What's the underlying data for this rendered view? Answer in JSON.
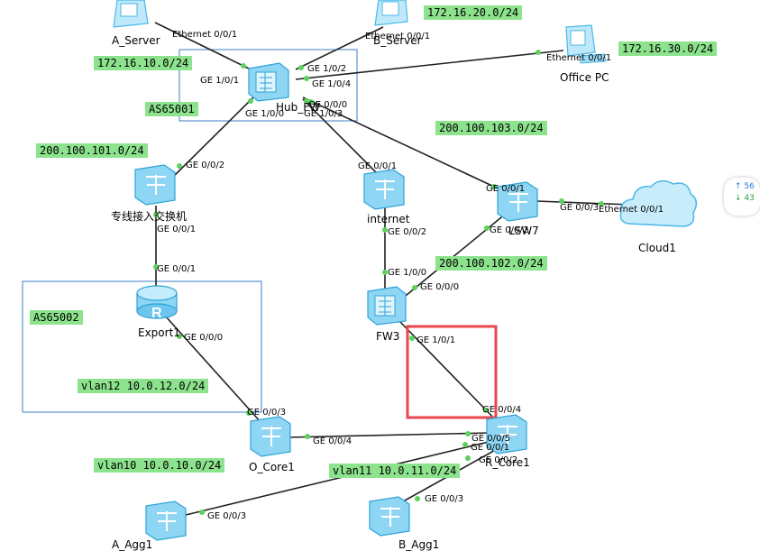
{
  "devices": {
    "a_server": "A_Server",
    "b_server": "B_Server",
    "office_pc": "Office PC",
    "hub_fw": "Hub_FW",
    "zhuanxian": "专线接入交换机",
    "internet": "internet",
    "lsw7": "LSW7",
    "cloud1": "Cloud1",
    "export1": "Export1",
    "fw3": "FW3",
    "o_core1": "O_Core1",
    "r_core1": "R_Core1",
    "a_agg1": "A_Agg1",
    "b_agg1": "B_Agg1"
  },
  "networks": {
    "n1": "172.16.20.0/24",
    "n2": "172.16.30.0/24",
    "n3": "172.16.10.0/24",
    "n4": "AS65001",
    "n5": "200.100.103.0/24",
    "n6": "200.100.101.0/24",
    "n7": "200.100.102.0/24",
    "n8": "AS65002",
    "n9": "vlan12 10.0.12.0/24",
    "n10": "vlan10 10.0.10.0/24",
    "n11": "vlan11 10.0.11.0/24"
  },
  "ports": {
    "p1": "Ethernet 0/0/1",
    "p2": "Ethernet 0/0/1",
    "p3": "Ethernet 0/0/1",
    "p4": "GE 1/0/2",
    "p5": "GE 1/0/1",
    "p6": "GE 1/0/4",
    "p7": "GE 0/0/0",
    "p8": "GE 1/0/0",
    "p9": "GE 1/0/3",
    "p10": "GE 0/0/2",
    "p11": "GE 0/0/1",
    "p12": "GE 0/0/1",
    "p13": "GE 0/0/1",
    "p14": "GE 0/0/3",
    "p15": "Ethernet 0/0/1",
    "p16": "GE 0/0/2",
    "p17": "GE 0/0/2",
    "p18": "GE 0/0/1",
    "p19": "GE 1/0/0",
    "p20": "GE 0/0/0",
    "p21": "GE 0/0/0",
    "p22": "GE 1/0/1",
    "p23": "GE 0/0/4",
    "p24": "GE 0/0/3",
    "p25": "GE 0/0/4",
    "p26": "GE 0/0/5",
    "p27": "GE 0/0/1",
    "p28": "GE 0/0/2",
    "p29": "GE 0/0/3",
    "p30": "GE 0/0/3"
  },
  "traffic": {
    "up": "↑ 56",
    "down": "↓ 43"
  },
  "colors": {
    "link": "#222222",
    "port_dot": "#5bd25b",
    "net_bg": "#8de38d",
    "as_box": "#3b7fc4",
    "highlight": "#e8474d",
    "device": "#49b8e6"
  }
}
